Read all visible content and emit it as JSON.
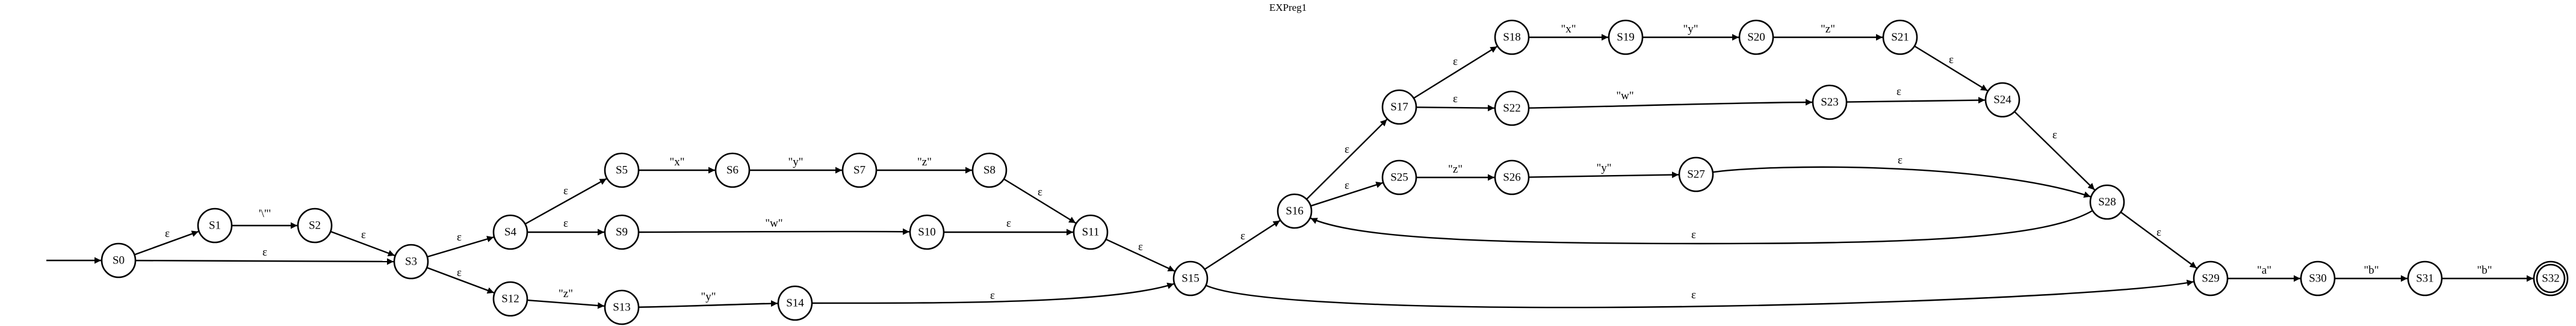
{
  "title": "EXPreg1",
  "eps": "ε",
  "start_state": "S0",
  "accept_states": [
    "S32"
  ],
  "states": [
    "S0",
    "S1",
    "S2",
    "S3",
    "S4",
    "S5",
    "S6",
    "S7",
    "S8",
    "S9",
    "S10",
    "S11",
    "S12",
    "S13",
    "S14",
    "S15",
    "S16",
    "S17",
    "S18",
    "S19",
    "S20",
    "S21",
    "S22",
    "S23",
    "S24",
    "S25",
    "S26",
    "S27",
    "S28",
    "S29",
    "S30",
    "S31",
    "S32"
  ],
  "transitions": [
    {
      "from": "S0",
      "to": "S1",
      "label": "ε"
    },
    {
      "from": "S0",
      "to": "S3",
      "label": "ε"
    },
    {
      "from": "S1",
      "to": "S2",
      "label": "'\\\"'"
    },
    {
      "from": "S2",
      "to": "S3",
      "label": "ε"
    },
    {
      "from": "S3",
      "to": "S4",
      "label": "ε"
    },
    {
      "from": "S3",
      "to": "S12",
      "label": "ε"
    },
    {
      "from": "S4",
      "to": "S5",
      "label": "ε"
    },
    {
      "from": "S4",
      "to": "S9",
      "label": "ε"
    },
    {
      "from": "S5",
      "to": "S6",
      "label": "\"x\""
    },
    {
      "from": "S6",
      "to": "S7",
      "label": "\"y\""
    },
    {
      "from": "S7",
      "to": "S8",
      "label": "\"z\""
    },
    {
      "from": "S8",
      "to": "S11",
      "label": "ε"
    },
    {
      "from": "S9",
      "to": "S10",
      "label": "\"w\""
    },
    {
      "from": "S10",
      "to": "S11",
      "label": "ε"
    },
    {
      "from": "S11",
      "to": "S15",
      "label": "ε"
    },
    {
      "from": "S12",
      "to": "S13",
      "label": "\"z\""
    },
    {
      "from": "S13",
      "to": "S14",
      "label": "\"y\""
    },
    {
      "from": "S14",
      "to": "S15",
      "label": "ε"
    },
    {
      "from": "S15",
      "to": "S16",
      "label": "ε"
    },
    {
      "from": "S15",
      "to": "S29",
      "label": "ε"
    },
    {
      "from": "S16",
      "to": "S17",
      "label": "ε"
    },
    {
      "from": "S16",
      "to": "S25",
      "label": "ε"
    },
    {
      "from": "S17",
      "to": "S18",
      "label": "ε"
    },
    {
      "from": "S17",
      "to": "S22",
      "label": "ε"
    },
    {
      "from": "S18",
      "to": "S19",
      "label": "\"x\""
    },
    {
      "from": "S19",
      "to": "S20",
      "label": "\"y\""
    },
    {
      "from": "S20",
      "to": "S21",
      "label": "\"z\""
    },
    {
      "from": "S21",
      "to": "S24",
      "label": "ε"
    },
    {
      "from": "S22",
      "to": "S23",
      "label": "\"w\""
    },
    {
      "from": "S23",
      "to": "S24",
      "label": "ε"
    },
    {
      "from": "S24",
      "to": "S28",
      "label": "ε"
    },
    {
      "from": "S25",
      "to": "S26",
      "label": "\"z\""
    },
    {
      "from": "S26",
      "to": "S27",
      "label": "\"y\""
    },
    {
      "from": "S27",
      "to": "S28",
      "label": "ε"
    },
    {
      "from": "S28",
      "to": "S16",
      "label": "ε"
    },
    {
      "from": "S28",
      "to": "S29",
      "label": "ε"
    },
    {
      "from": "S29",
      "to": "S30",
      "label": "\"a\""
    },
    {
      "from": "S30",
      "to": "S31",
      "label": "\"b\""
    },
    {
      "from": "S31",
      "to": "S32",
      "label": "\"b\""
    }
  ]
}
